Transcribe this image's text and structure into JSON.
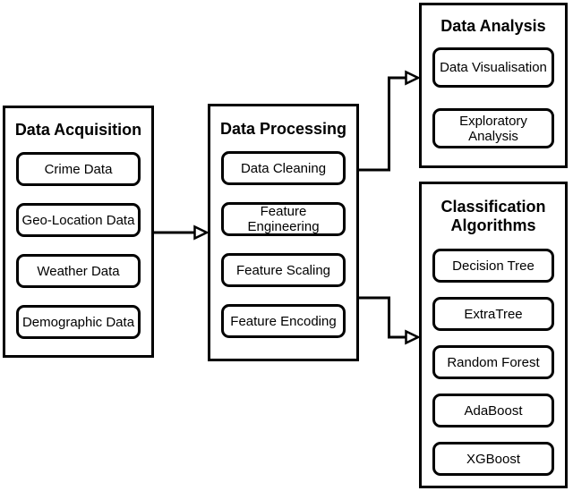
{
  "diagram": {
    "colors": {
      "line": "#000000",
      "box_border": "#000000",
      "background": "#ffffff"
    },
    "groups": [
      {
        "title": "Data Acquisition",
        "items": [
          "Crime Data",
          "Geo-Location Data",
          "Weather Data",
          "Demographic Data"
        ]
      },
      {
        "title": "Data Processing",
        "items": [
          "Data Cleaning",
          "Feature Engineering",
          "Feature Scaling",
          "Feature Encoding"
        ]
      },
      {
        "title": "Data Analysis",
        "items": [
          "Data Visualisation",
          "Exploratory Analysis"
        ]
      },
      {
        "title": "Classification Algorithms",
        "items": [
          "Decision Tree",
          "ExtraTree",
          "Random Forest",
          "AdaBoost",
          "XGBoost"
        ]
      }
    ],
    "connections": [
      {
        "from": "Data Acquisition",
        "to": "Data Processing"
      },
      {
        "from": "Data Processing",
        "to": "Data Analysis"
      },
      {
        "from": "Data Processing",
        "to": "Classification Algorithms"
      }
    ]
  }
}
